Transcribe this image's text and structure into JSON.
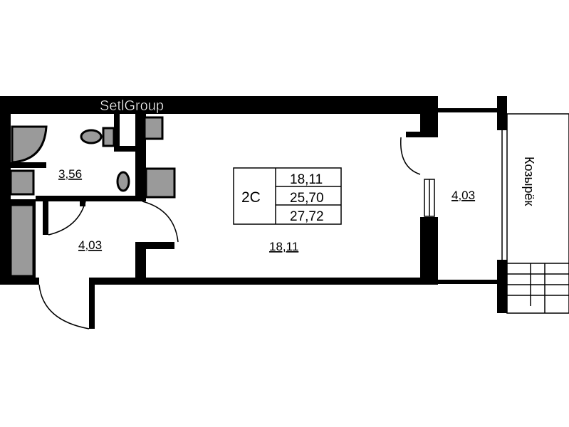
{
  "watermark": "SetlGroup",
  "apartment": {
    "type": "2С",
    "living_area": "18,11",
    "total_area": "25,70",
    "total_area_with_balcony": "27,72"
  },
  "rooms": [
    {
      "name": "bathroom",
      "area": "3,56"
    },
    {
      "name": "hallway",
      "area": "4,03"
    },
    {
      "name": "living-room",
      "area": "18,11"
    },
    {
      "name": "loggia",
      "area": "4,03"
    }
  ],
  "canopy_label": "Козырёк",
  "colors": {
    "wall": "#000000",
    "fixture": "#9a9a9a",
    "background": "#ffffff"
  }
}
